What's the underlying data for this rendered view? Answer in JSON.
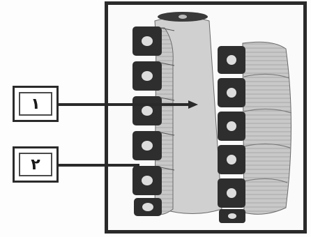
{
  "labels": [
    {
      "id": "1",
      "text": "١"
    },
    {
      "id": "2",
      "text": "٢"
    }
  ]
}
